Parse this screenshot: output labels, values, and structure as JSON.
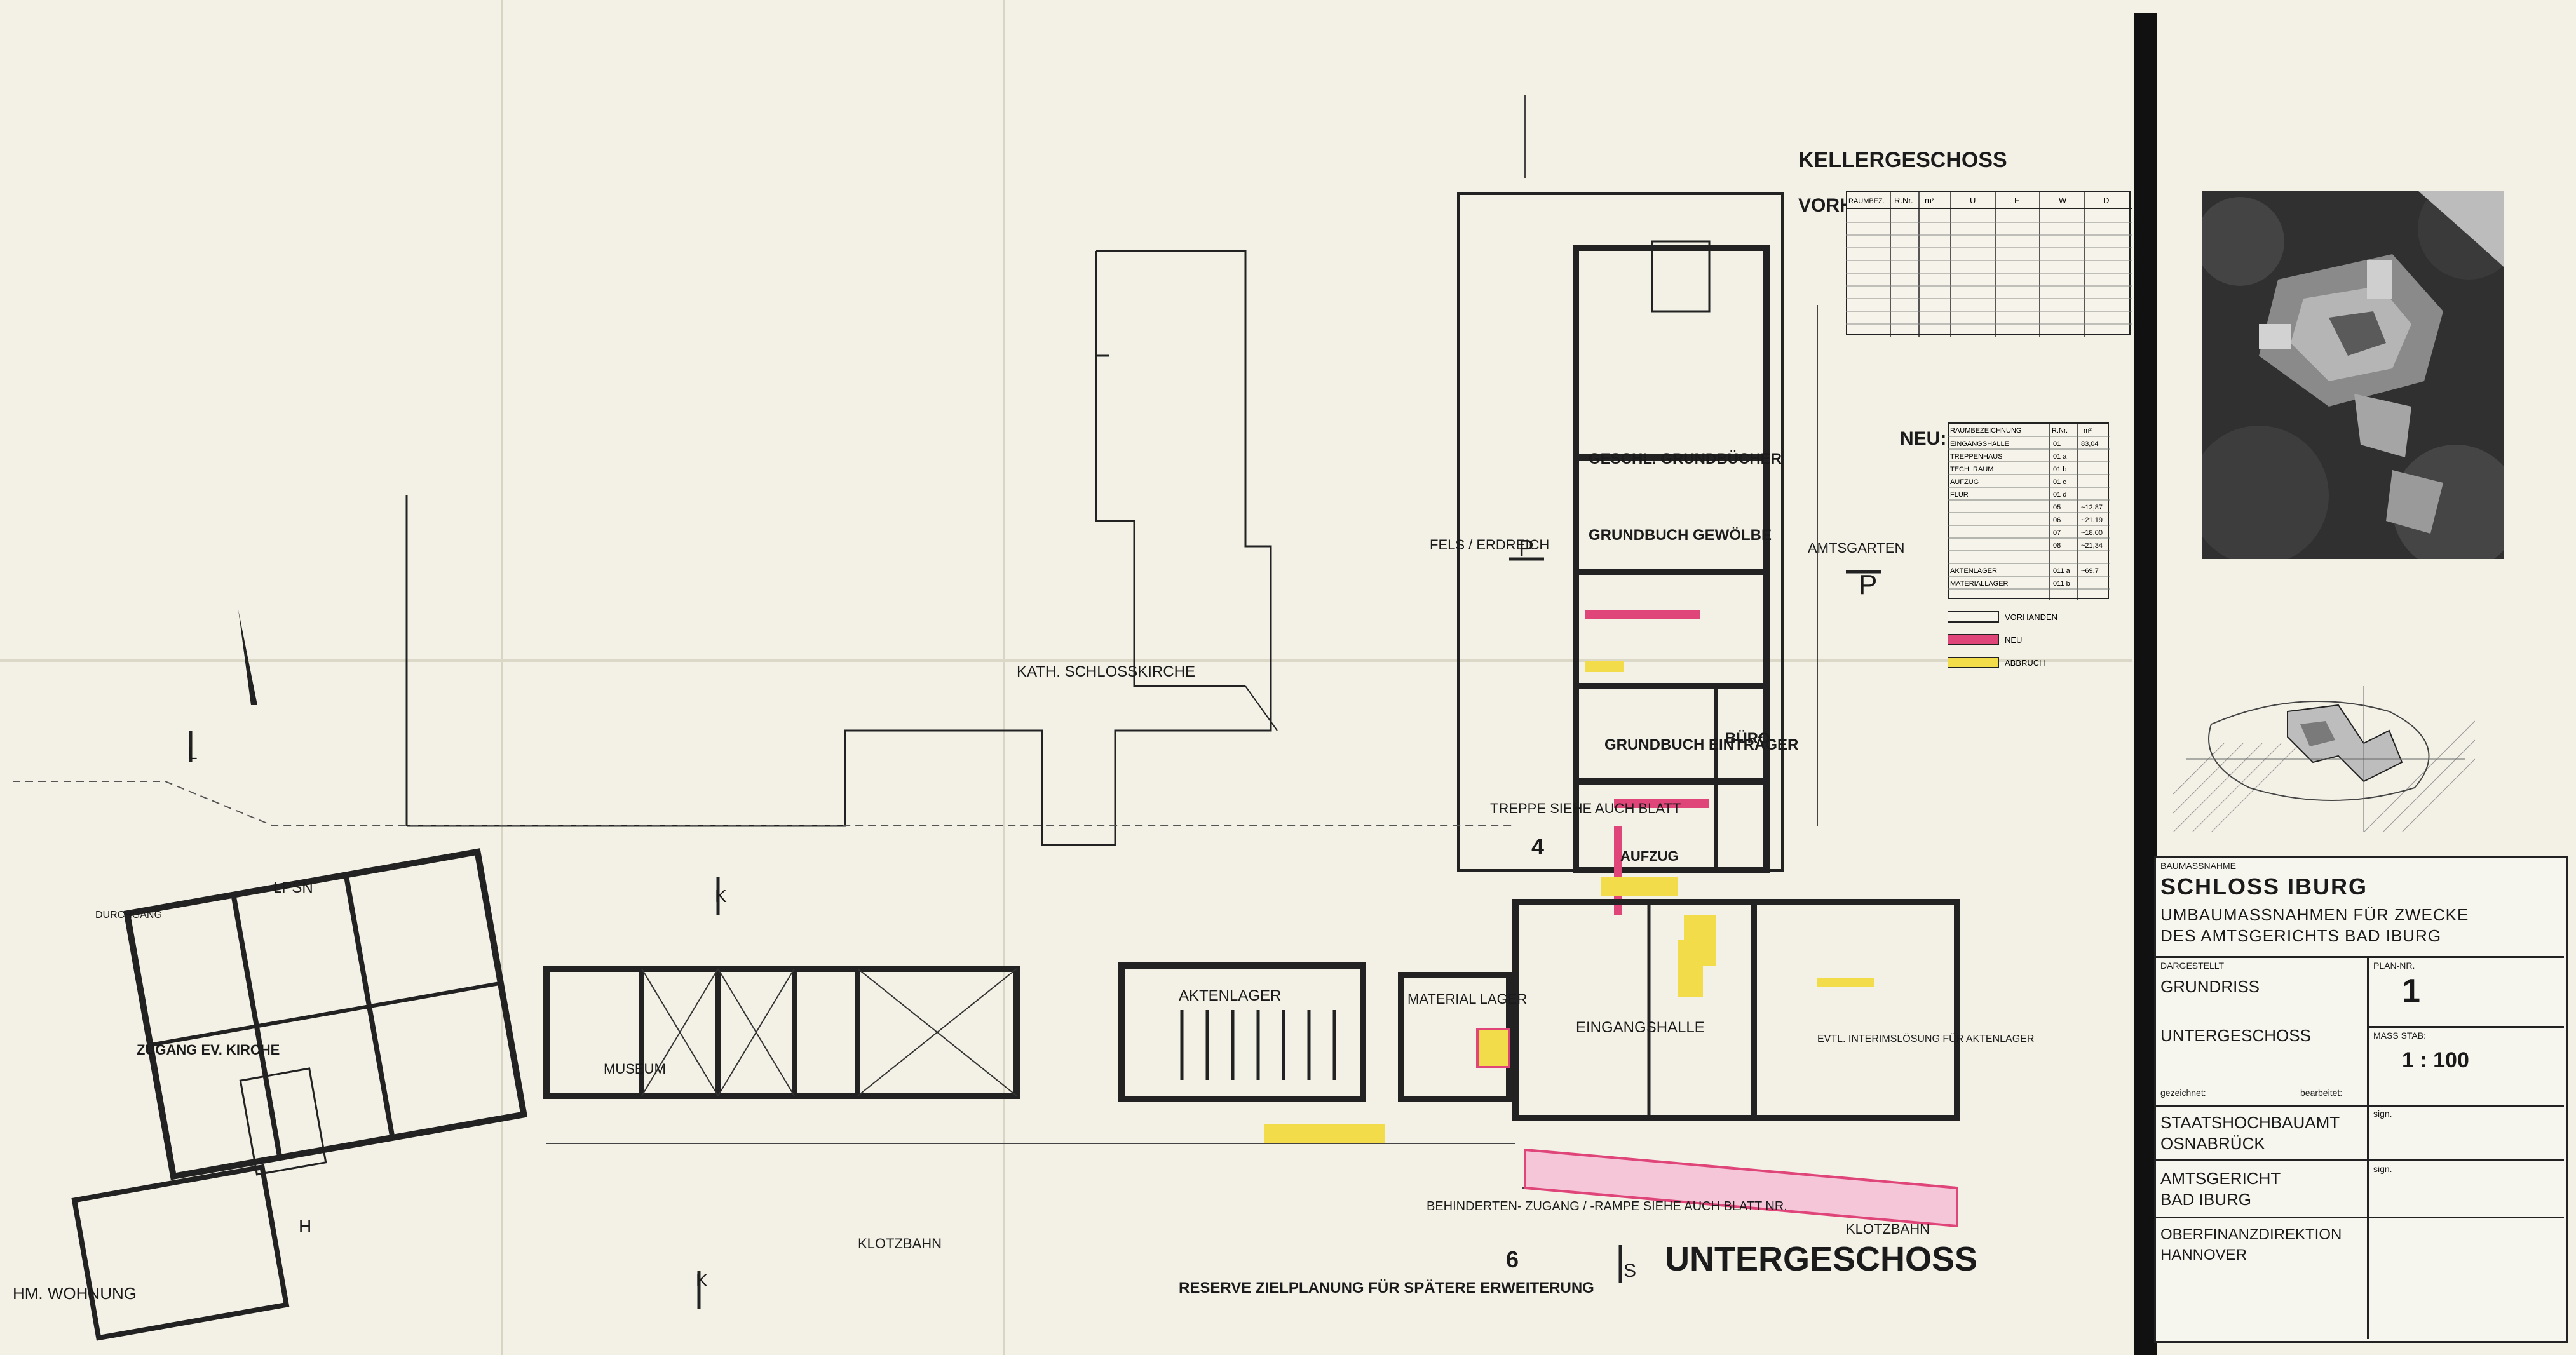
{
  "drawing": {
    "main_title": "UNTERGESCHOSS",
    "keller_title": "KELLERGESCHOSS",
    "label_vorh": "VORH.",
    "label_neu": "NEU:",
    "church": "KATH. SCHLOSSKIRCHE",
    "rooms": {
      "grundbucher": "GESCHL. GRUNDBÜCHER",
      "gewolbe": "GRUNDBUCH GEWÖLBE",
      "eintrager": "GRUNDBUCH EINTRÄGER",
      "buro": "BÜRO",
      "aufzug": "AUFZUG",
      "eingangshalle": "EINGANGSHALLE",
      "aktenlager": "AKTENLAGER",
      "materiallager": "MATERIAL LAGER",
      "museum": "MUSEUM",
      "lpsn": "LPSN",
      "zugang": "ZUGANG EV. KIRCHE",
      "wohnung": "HM. WOHNUNG",
      "notlager": "EVTL. INTERIMSLÖSUNG FÜR AKTENLAGER"
    },
    "annotations": {
      "fels": "FELS / ERDREICH",
      "amtsgarten": "AMTSGARTEN",
      "klotzbahn_left": "KLOTZBAHN",
      "klotzbahn_right": "KLOTZBAHN",
      "treppe": "TREPPE SIEHE AUCH BLATT",
      "treppe_blatt": "4",
      "rampe": "BEHINDERTEN- ZUGANG / -RAMPE SIEHE AUCH BLATT NR.",
      "rampe_blatt": "6",
      "reserve": "RESERVE ZIELPLANUNG FÜR SPÄTERE ERWEITERUNG",
      "durchgang": "DURCHGANG"
    },
    "section_marks": [
      "P",
      "P",
      "K",
      "K",
      "L",
      "H",
      "S"
    ],
    "legend": {
      "vorhanden": "VORHANDEN",
      "neu": "NEU",
      "abbruch": "ABBRUCH"
    },
    "neu_table": {
      "headers": [
        "RAUMBEZEICHNUNG",
        "R.Nr.",
        "m²"
      ],
      "rows": [
        [
          "EINGANGSHALLE",
          "01",
          "83,04"
        ],
        [
          "TREPPENHAUS",
          "01 a",
          ""
        ],
        [
          "TECH. RAUM",
          "01 b",
          ""
        ],
        [
          "AUFZUG",
          "01 c",
          ""
        ],
        [
          "FLUR",
          "01 d",
          ""
        ],
        [
          "",
          "05",
          "~12,87"
        ],
        [
          "",
          "06",
          "~21,19"
        ],
        [
          "",
          "07",
          "~18,00"
        ],
        [
          "",
          "08",
          "~21,34"
        ],
        [
          "AKTENLAGER",
          "011 a",
          "~69,7"
        ],
        [
          "MATERIALLAGER",
          "011 b",
          ""
        ]
      ]
    },
    "vorh_table": {
      "headers": [
        "RAUMBEZ.",
        "R.Nr.",
        "m²",
        "U",
        "F",
        "W",
        "D"
      ]
    },
    "colors": {
      "paper": "#f3f1e6",
      "ink": "#1b1b1b",
      "neu_red": "#e0457a",
      "abbruch_yellow": "#f2dc4a"
    }
  },
  "title_block": {
    "baumassname_label": "BAUMASSNAHME",
    "project": "SCHLOSS IBURG",
    "subtitle_1": "UMBAUMASSNAHMEN FÜR ZWECKE",
    "subtitle_2": "DES AMTSGERICHTS BAD IBURG",
    "dargestellt_label": "DARGESTELLT",
    "dargestellt": "GRUNDRISS",
    "geschoss": "UNTERGESCHOSS",
    "plan_nr_label": "PLAN-NR.",
    "plan_nr": "1",
    "massstab_label": "MASS STAB:",
    "massstab": "1 : 100",
    "gezeichnet_label": "gezeichnet:",
    "bearbeitet_label": "bearbeitet:",
    "office_1": "STAATSHOCHBAUAMT",
    "office_1_city": "OSNABRÜCK",
    "office_2": "AMTSGERICHT",
    "office_2_city": "BAD IBURG",
    "office_3": "OBERFINANZDIREKTION",
    "office_3_city": "HANNOVER",
    "sign": "sign."
  }
}
